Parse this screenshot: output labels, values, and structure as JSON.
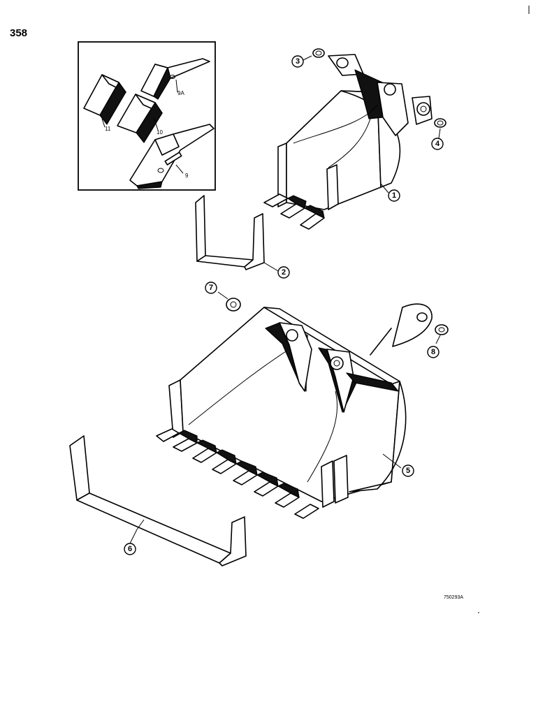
{
  "page_number": "358",
  "figure_code": "750293A",
  "inset_labels": [
    "9A",
    "10",
    "11",
    "9"
  ],
  "callouts": [
    "1",
    "2",
    "3",
    "4",
    "5",
    "6",
    "7",
    "8"
  ]
}
